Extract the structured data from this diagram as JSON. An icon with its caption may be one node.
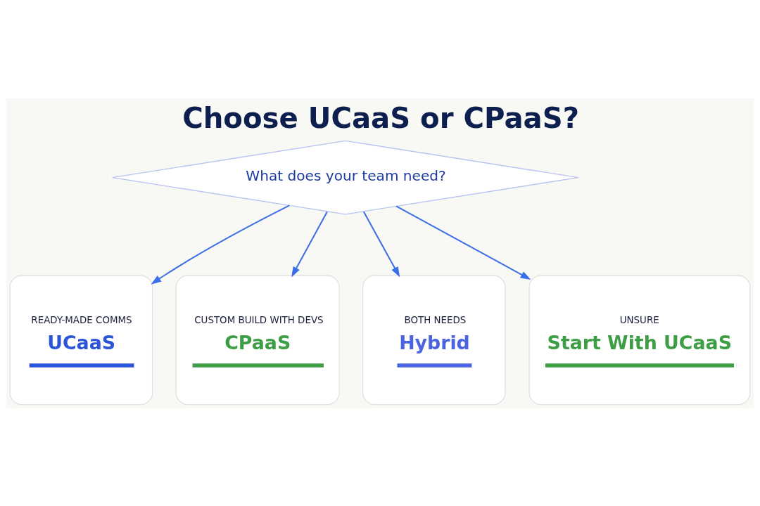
{
  "diagram": {
    "title": "Choose UCaaS or CPaaS?",
    "nodes": [
      {
        "text": [
          "What does your team need?"
        ]
      },
      {
        "text": [
          "READY-MADE COMMS",
          "UCaaS"
        ]
      },
      {
        "text": [
          "CUSTOM BUILD WITH DEVS",
          "CPaaS"
        ]
      },
      {
        "text": [
          "BOTH NEEDS",
          "Hybrid"
        ]
      },
      {
        "text": [
          "UNSURE",
          "Start With UCaaS"
        ]
      }
    ],
    "edges": [
      {
        "from": 0,
        "to": 1,
        "arrow": "to"
      },
      {
        "from": 0,
        "to": 2,
        "arrow": "to"
      },
      {
        "from": 0,
        "to": 3,
        "arrow": "to"
      },
      {
        "from": 0,
        "to": 4,
        "arrow": "to"
      }
    ]
  }
}
